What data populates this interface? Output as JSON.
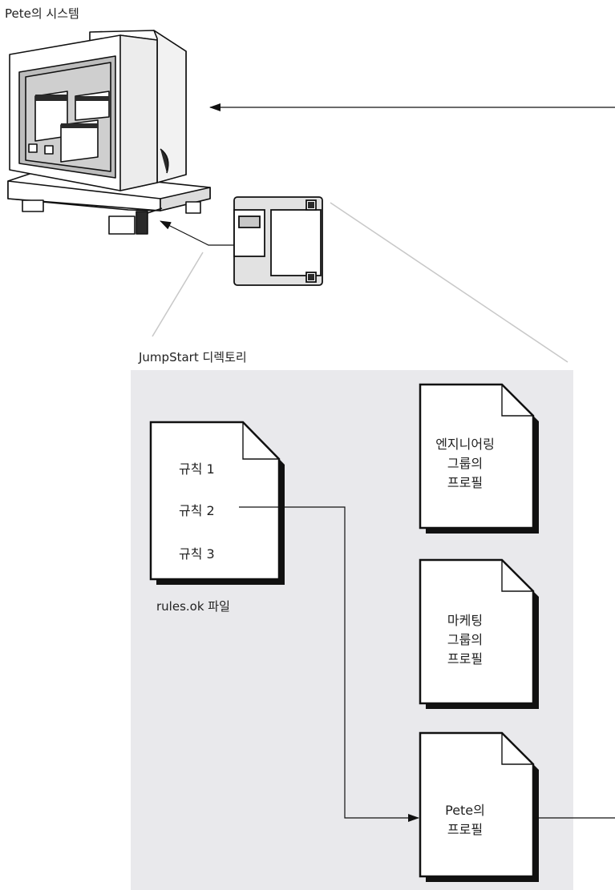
{
  "labels": {
    "system": "Pete의 시스템",
    "directory": "JumpStart 디렉토리",
    "rules_file": "rules.ok 파일"
  },
  "rules": [
    "규칙 1",
    "규칙 2",
    "규칙 3"
  ],
  "profiles": {
    "engineering": [
      "엔지니어링",
      "그룹의",
      "프로필"
    ],
    "marketing": [
      "마케팅",
      "그룹의",
      "프로필"
    ],
    "pete": [
      "Pete의",
      "프로필"
    ]
  },
  "colors": {
    "directory_bg": "#e9e9ec",
    "line": "#111111",
    "shadow": "#2a2a2a",
    "screen": "#bdbdbd",
    "floppy_body": "#e2e2e2",
    "floppy_label": "#c7c7c7"
  }
}
